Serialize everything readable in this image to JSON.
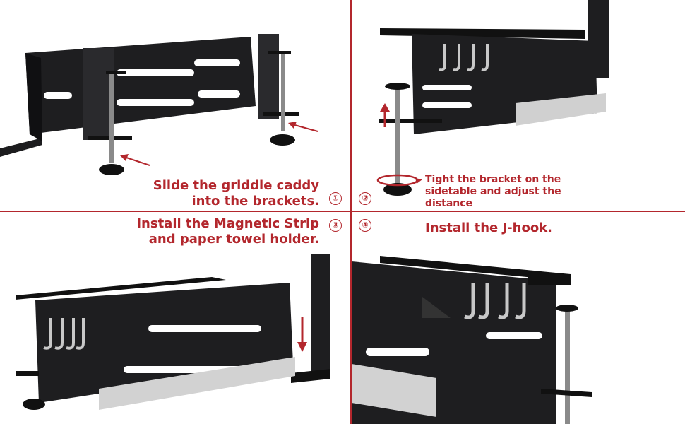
{
  "steps": [
    {
      "number": "①",
      "caption_lines": [
        "Slide the griddle caddy",
        "into the brackets."
      ]
    },
    {
      "number": "②",
      "caption_lines": [
        "Tight the bracket on the",
        "sidetable and adjust the",
        "distance"
      ]
    },
    {
      "number": "③",
      "caption_lines": [
        "Install the Magnetic Strip",
        "and paper towel holder."
      ]
    },
    {
      "number": "④",
      "caption_lines": [
        "Install the J-hook."
      ]
    }
  ],
  "colors": {
    "accent": "#b3272d",
    "metal": "#1c1c1e",
    "steel": "#c8c8c8"
  }
}
